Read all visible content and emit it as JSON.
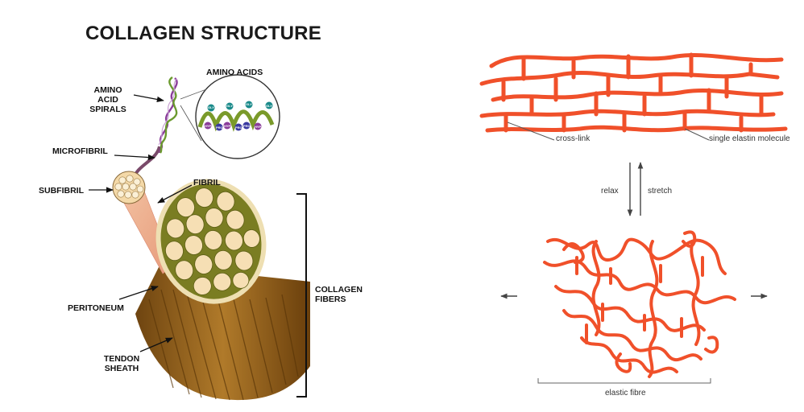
{
  "left_panel": {
    "title": "COLLAGEN STRUCTURE",
    "labels": {
      "amino_acid_spirals": [
        "AMINO",
        "ACID",
        "SPIRALS"
      ],
      "amino_acids": "AMINO ACIDS",
      "microfibril": "MICROFIBRIL",
      "subfibril": "SUBFIBRIL",
      "fibril": "FIBRIL",
      "collagen_fibers": [
        "COLLAGEN",
        "FIBERS"
      ],
      "peritoneum": "PERITONEUM",
      "tendon_sheath": [
        "TENDON",
        "SHEATH"
      ]
    },
    "amino_acid_codes": [
      "GLY",
      "HYP",
      "PRO",
      "GLY",
      "HYP",
      "PRO",
      "GLY",
      "PRO",
      "HYP",
      "GLY"
    ]
  },
  "right_panel": {
    "labels": {
      "cross_link": "cross-link",
      "single_elastin_molecule": "single elastin molecule",
      "relax": "relax",
      "stretch": "stretch",
      "elastic_fibre": "elastic fibre"
    }
  },
  "colors": {
    "elastin": "#f0502a",
    "tendon": "#8b5a1a",
    "fibril_core": "#f6dfb4",
    "peritoneum": "#7a7d22",
    "helix_green": "#6b9a2e",
    "helix_purple": "#8a3d9a"
  }
}
